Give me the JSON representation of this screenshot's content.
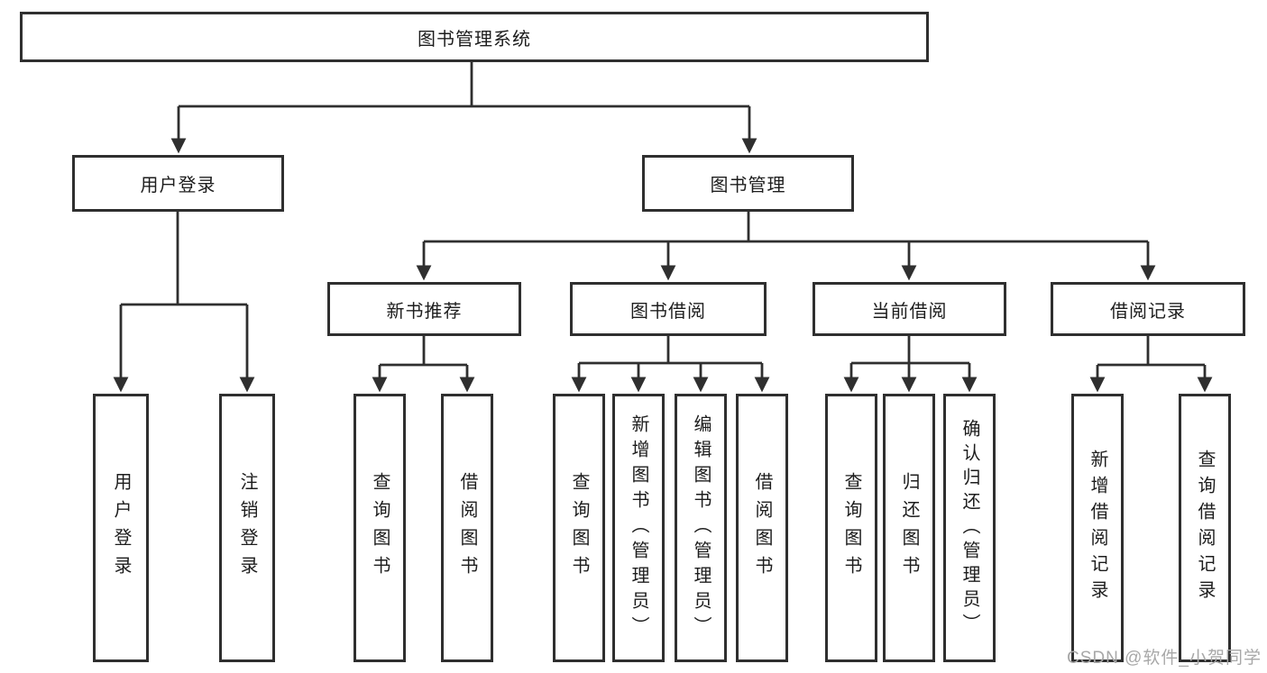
{
  "tree": {
    "label": "图书管理系统",
    "children": [
      {
        "label": "用户登录",
        "children": [
          {
            "label": "用户登录"
          },
          {
            "label": "注销登录"
          }
        ]
      },
      {
        "label": "图书管理",
        "children": [
          {
            "label": "新书推荐",
            "children": [
              {
                "label": "查询图书"
              },
              {
                "label": "借阅图书"
              }
            ]
          },
          {
            "label": "图书借阅",
            "children": [
              {
                "label": "查询图书"
              },
              {
                "label": "新增图书（管理员）"
              },
              {
                "label": "编辑图书（管理员）"
              },
              {
                "label": "借阅图书"
              }
            ]
          },
          {
            "label": "当前借阅",
            "children": [
              {
                "label": "查询图书"
              },
              {
                "label": "归还图书"
              },
              {
                "label": "确认归还（管理员）"
              }
            ]
          },
          {
            "label": "借阅记录",
            "children": [
              {
                "label": "新增借阅记录"
              },
              {
                "label": "查询借阅记录"
              }
            ]
          }
        ]
      }
    ]
  },
  "watermark": {
    "text": "CSDN @软件_小贺同学"
  },
  "colors": {
    "line": "#2f2f2f",
    "text": "#1d1d1d",
    "watermark": "#a8a8a8",
    "background": "#ffffff"
  }
}
